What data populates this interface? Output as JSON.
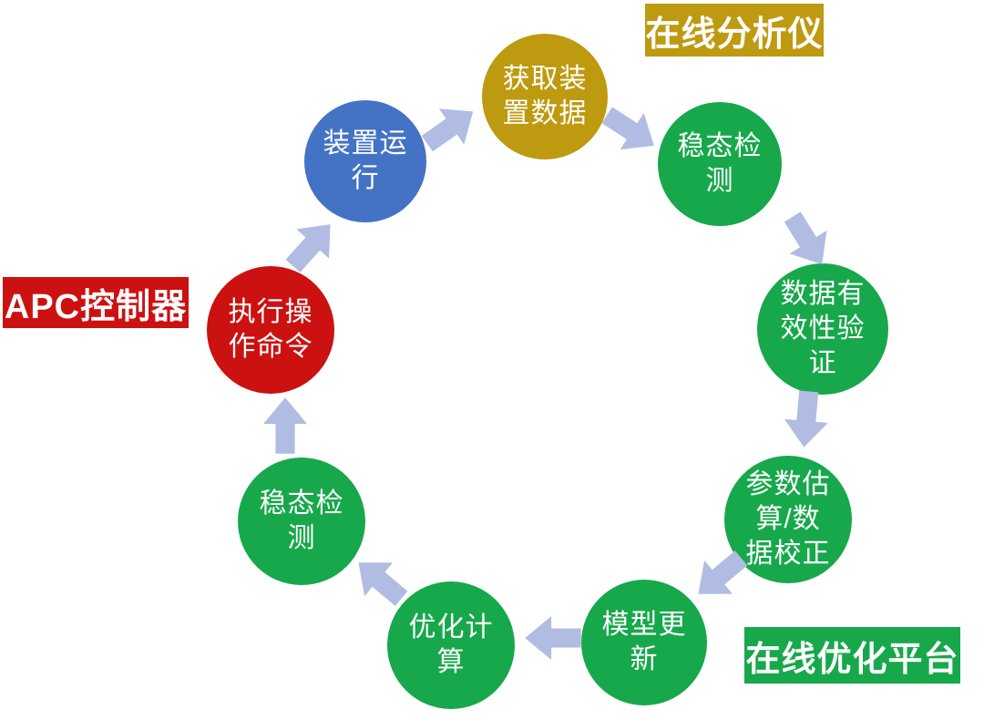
{
  "diagram": {
    "type": "cycle-flow",
    "background": "#ffffff",
    "arrow_color": "#B0BCE2",
    "nodes": [
      {
        "id": "plant-operation",
        "label": "装置运\n行",
        "color": "#4472C4"
      },
      {
        "id": "acquire-plant-data",
        "label": "获取装\n置数据",
        "color": "#BE9A10"
      },
      {
        "id": "steady-state-detection-top",
        "label": "稳态检\n测",
        "color": "#17A84B"
      },
      {
        "id": "data-validity-verification",
        "label": "数据有\n效性验\n证",
        "color": "#17A84B"
      },
      {
        "id": "parameter-estimation-data-correction",
        "label": "参数估\n算/数\n据校正",
        "color": "#17A84B"
      },
      {
        "id": "model-update",
        "label": "模型更\n新",
        "color": "#17A84B"
      },
      {
        "id": "optimization-calculation",
        "label": "优化计\n算",
        "color": "#17A84B"
      },
      {
        "id": "steady-state-detection-left",
        "label": "稳态检\n测",
        "color": "#17A84B"
      },
      {
        "id": "execute-operation-command",
        "label": "执行操\n作命令",
        "color": "#CC1111"
      }
    ],
    "labels": [
      {
        "id": "online-analyzer",
        "text": "在线分析仪",
        "color": "#BE9A10"
      },
      {
        "id": "apc-controller",
        "text": "APC控制器",
        "color": "#CC1111"
      },
      {
        "id": "online-optimization-platform",
        "text": "在线优化平台",
        "color": "#17A84B"
      }
    ]
  }
}
